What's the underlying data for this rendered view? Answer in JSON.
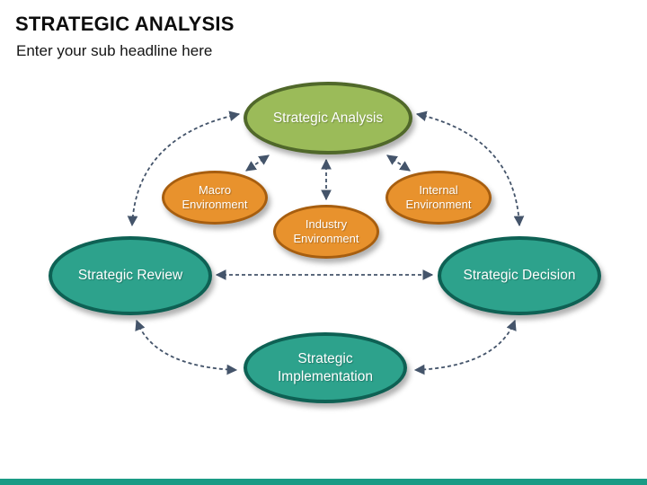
{
  "slide": {
    "title": "STRATEGIC ANALYSIS",
    "subtitle": "Enter your sub headline here"
  },
  "diagram": {
    "nodes": {
      "analysis": {
        "label": "Strategic Analysis",
        "shape": "ellipse",
        "fill": "#9BBB59",
        "border": "#50682A"
      },
      "macro": {
        "label": "Macro Environment",
        "shape": "ellipse",
        "fill": "#E8922D",
        "border": "#A75E0F"
      },
      "industry": {
        "label": "Industry Environment",
        "shape": "ellipse",
        "fill": "#E8922D",
        "border": "#A75E0F"
      },
      "internal": {
        "label": "Internal Environment",
        "shape": "ellipse",
        "fill": "#E8922D",
        "border": "#A75E0F"
      },
      "review": {
        "label": "Strategic Review",
        "shape": "ellipse",
        "fill": "#2DA28C",
        "border": "#0E6154"
      },
      "decision": {
        "label": "Strategic Decision",
        "shape": "ellipse",
        "fill": "#2DA28C",
        "border": "#0E6154"
      },
      "implementation": {
        "label": "Strategic Implementation",
        "shape": "ellipse",
        "fill": "#2DA28C",
        "border": "#0E6154"
      }
    },
    "connections": [
      {
        "from": "analysis",
        "to": "review",
        "style": "dashed-arc",
        "arrows": "both"
      },
      {
        "from": "analysis",
        "to": "decision",
        "style": "dashed-arc",
        "arrows": "both"
      },
      {
        "from": "review",
        "to": "decision",
        "style": "dashed-line",
        "arrows": "both"
      },
      {
        "from": "review",
        "to": "implementation",
        "style": "dashed-arc",
        "arrows": "both"
      },
      {
        "from": "decision",
        "to": "implementation",
        "style": "dashed-arc",
        "arrows": "both"
      },
      {
        "from": "analysis",
        "to": "macro",
        "style": "dashed-line",
        "arrows": "both"
      },
      {
        "from": "analysis",
        "to": "industry",
        "style": "dashed-line",
        "arrows": "both"
      },
      {
        "from": "analysis",
        "to": "internal",
        "style": "dashed-line",
        "arrows": "both"
      }
    ]
  },
  "colors": {
    "green-fill": "#9BBB59",
    "green-border": "#50682A",
    "orange-fill": "#E8922D",
    "orange-border": "#A75E0F",
    "teal-fill": "#2DA28C",
    "teal-border": "#0E6154",
    "arrow": "#44546A",
    "footer": "#1A9B85"
  }
}
